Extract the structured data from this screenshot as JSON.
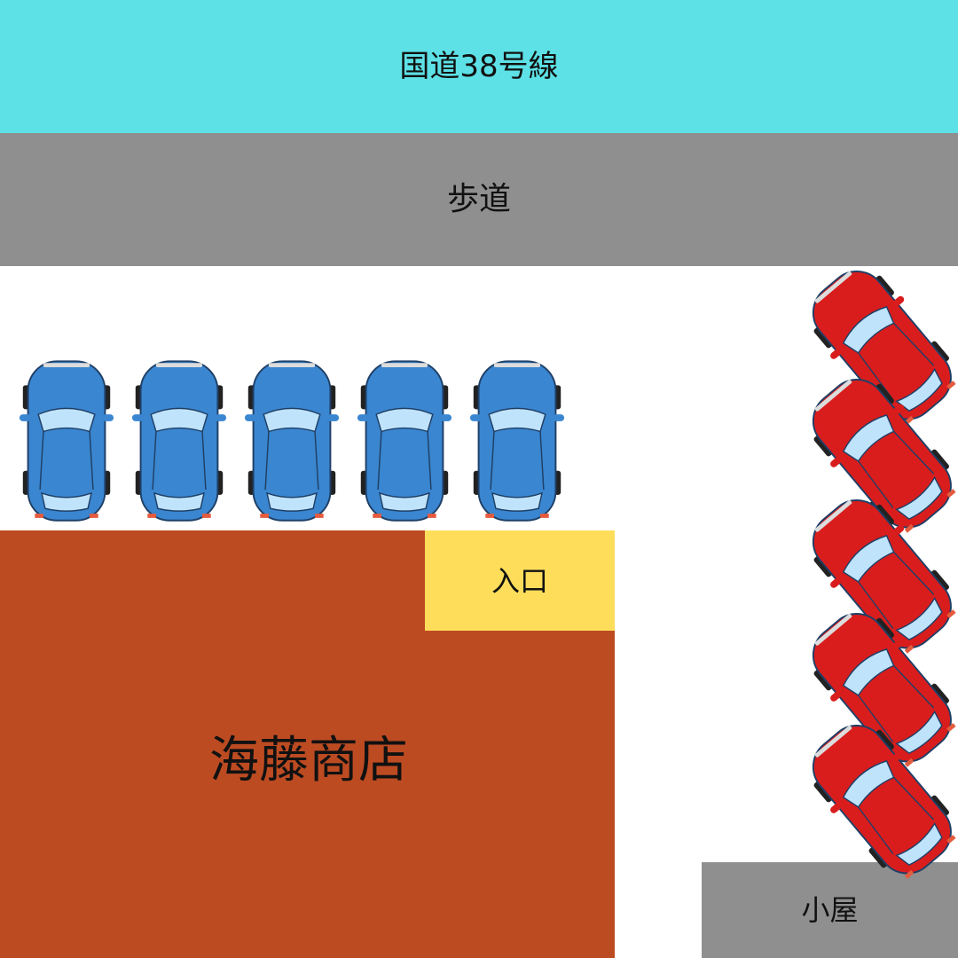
{
  "map": {
    "road": {
      "label": "国道38号線",
      "color": "#5de1e6"
    },
    "sidewalk": {
      "label": "歩道",
      "color": "#8f8f8f"
    },
    "shop": {
      "label": "海藤商店",
      "color": "#bd4b22"
    },
    "entrance": {
      "label": "入口",
      "color": "#fedd5b"
    },
    "shed": {
      "label": "小屋",
      "color": "#8f8f8f"
    }
  },
  "parking": {
    "blue_cars": {
      "count": 5,
      "icon": "blue-car-icon",
      "body_color": "#3a86d0",
      "window_color": "#a9d6f5"
    },
    "red_cars": {
      "count": 5,
      "icon": "red-car-icon",
      "body_color": "#d91d1d",
      "window_color": "#a9d6f5"
    }
  }
}
